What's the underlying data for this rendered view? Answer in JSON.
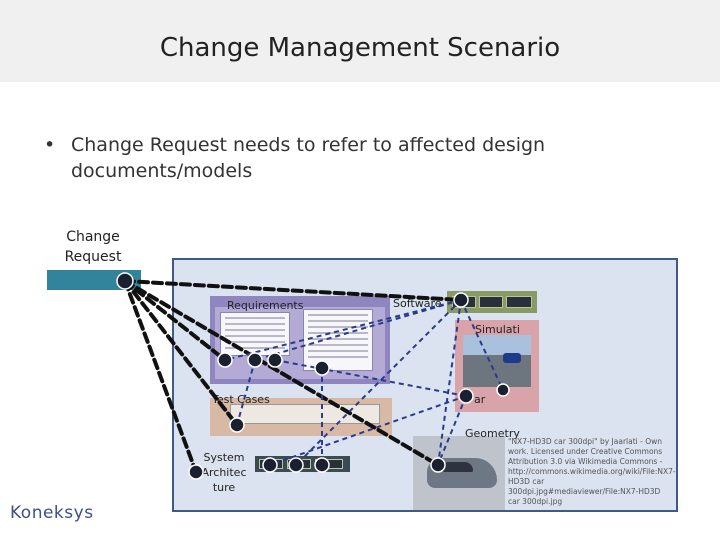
{
  "slide": {
    "title": "Change Management Scenario",
    "bullet_symbol": "•",
    "bullet_text": "Change Request needs to refer to affected design documents/models"
  },
  "change_request": {
    "label": "Change Request",
    "color": "#31849b"
  },
  "diagram": {
    "background": "#dbe2f0",
    "border_color": "#3f5a84",
    "labels": {
      "requirements": "Requirements",
      "software": "Software",
      "simulation": "Simulati",
      "test_cases": "Test Cases",
      "geometry": "Geometry",
      "system_architecture": "System Architec ture",
      "simulation_fragment": "ar"
    },
    "colors": {
      "requirements": "#8f86c0",
      "test_cases": "#d8b9a6",
      "software": "#8a9a64",
      "simulation": "#d9a3aa",
      "system_architecture": "#3b4a55",
      "link_line": "#111111",
      "link_line_blue": "#2a3a8c"
    }
  },
  "image_credit": "\"NX7-HD3D car 300dpi\" by Jaarlati - Own work. Licensed under Creative Commons Attribution 3.0 via Wikimedia Commons - http://commons.wikimedia.org/wiki/File:NX7-HD3D car 300dpi.jpg#mediaviewer/File:NX7-HD3D car 300dpi.jpg",
  "logo": "Koneksys"
}
